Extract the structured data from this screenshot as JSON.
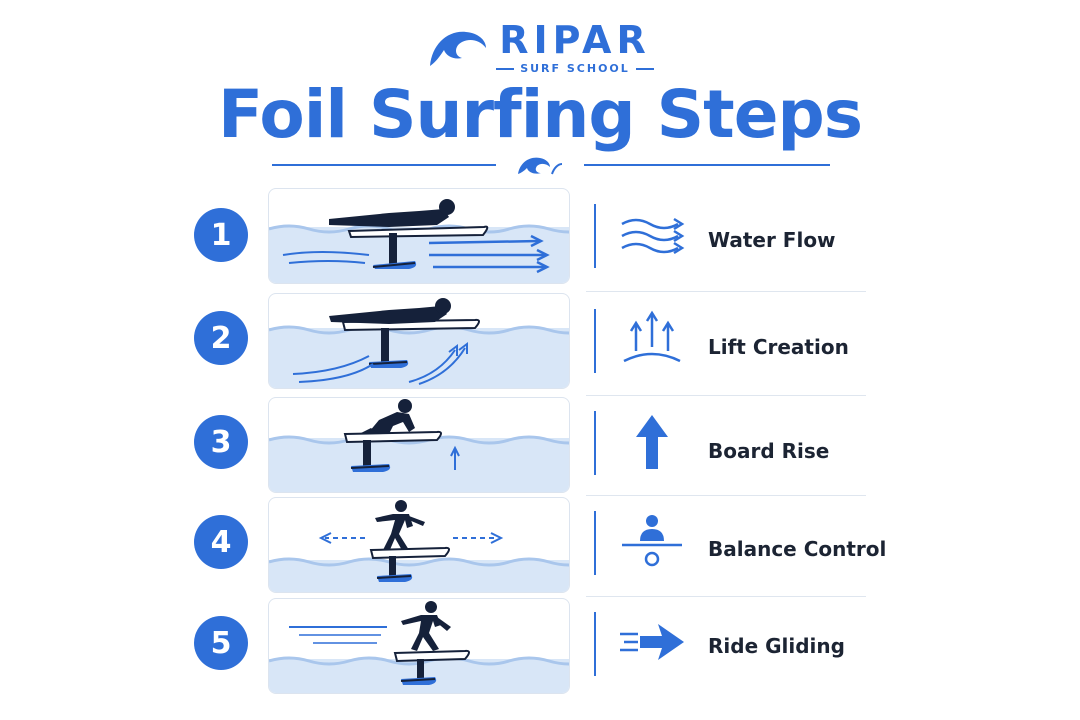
{
  "brand": {
    "name": "RIPAR",
    "subtitle": "SURF SCHOOL"
  },
  "title": "Foil Surfing Steps",
  "colors": {
    "accent": "#2f6fd8",
    "silhouette": "#15213a",
    "water": "#d8e6f7",
    "text": "#1c2433"
  },
  "steps": [
    {
      "number": "1",
      "label": "Water Flow",
      "icon": "flow-arrows-icon"
    },
    {
      "number": "2",
      "label": "Lift Creation",
      "icon": "lift-arrows-icon"
    },
    {
      "number": "3",
      "label": "Board Rise",
      "icon": "up-arrow-icon"
    },
    {
      "number": "4",
      "label": "Balance Control",
      "icon": "balance-icon"
    },
    {
      "number": "5",
      "label": "Ride Gliding",
      "icon": "speed-arrow-icon"
    }
  ]
}
